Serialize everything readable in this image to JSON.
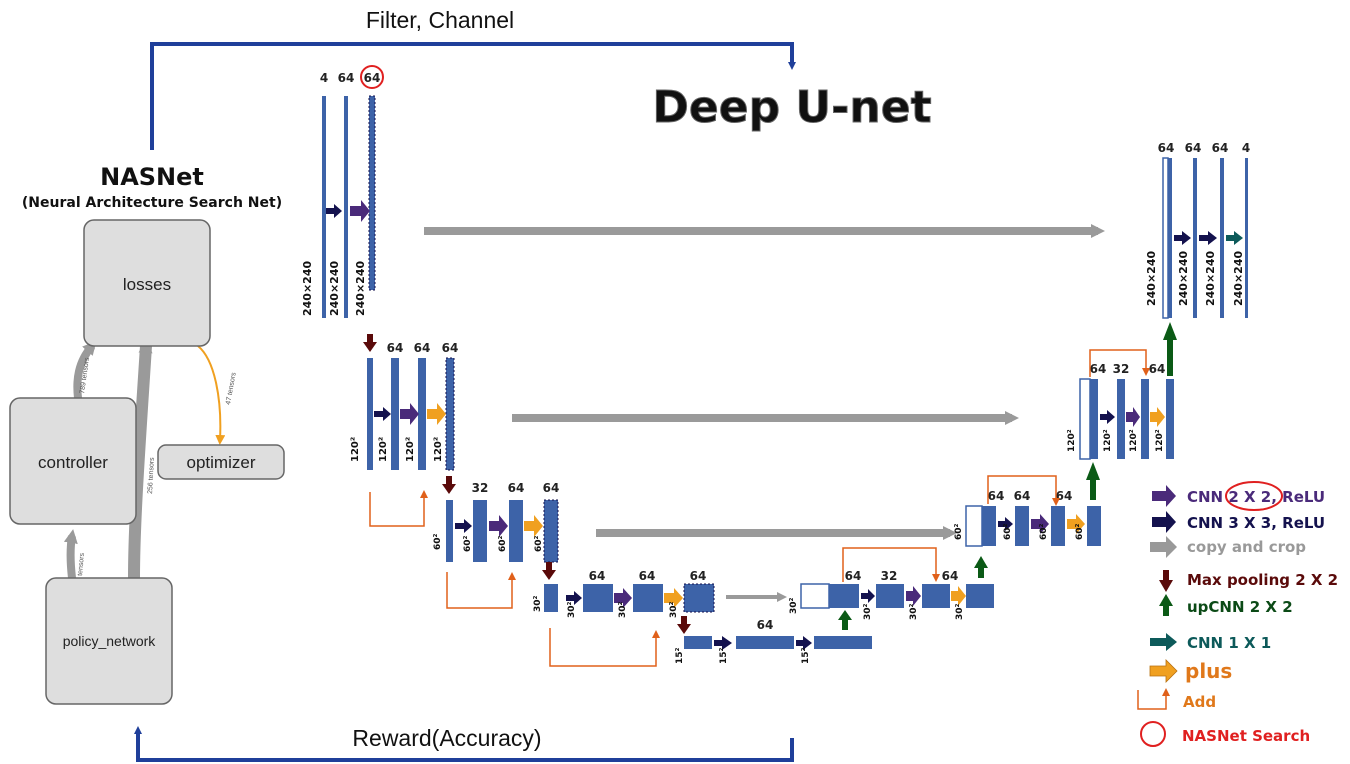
{
  "feedback": {
    "top_label": "Filter, Channel",
    "bottom_label": "Reward(Accuracy)"
  },
  "title": "Deep U-net",
  "nasnet": {
    "title": "NASNet",
    "subtitle": "(Neural Architecture Search Net)",
    "nodes": {
      "losses": "losses",
      "controller": "controller",
      "optimizer": "optimizer",
      "policy_network": "policy_network"
    },
    "edge_labels": {
      "controller_to_losses": "789 tensors",
      "policy_to_losses": "256 tensors",
      "losses_to_optimizer": "47 tensors",
      "policy_to_controller": "tensors"
    }
  },
  "unet": {
    "level1": {
      "channels": [
        "4",
        "64",
        "64"
      ],
      "size": "240×240"
    },
    "level2": {
      "channels": [
        "64",
        "64",
        "64"
      ],
      "size": "120²"
    },
    "level3": {
      "channels": [
        "32",
        "64",
        "64"
      ],
      "size": "60²"
    },
    "level4": {
      "channels": [
        "64",
        "64",
        "64"
      ],
      "size": "30²"
    },
    "bottom": {
      "channels": [
        "64"
      ],
      "size": "15²"
    },
    "up4": {
      "channels": [
        "64",
        "32",
        "64"
      ],
      "size": "30²"
    },
    "up3": {
      "channels": [
        "64",
        "64",
        "64"
      ],
      "size": "60²"
    },
    "up2": {
      "channels": [
        "64",
        "32",
        "64"
      ],
      "size": "120²"
    },
    "up1": {
      "channels": [
        "64",
        "64",
        "64",
        "4"
      ],
      "size": "240×240"
    }
  },
  "legend": [
    {
      "id": "cnn2",
      "label_a": "CNN ",
      "label_b": "2 X 2,",
      "label_c": " ReLU",
      "color": "#4a2a7a",
      "icon": "arrow-right-icon"
    },
    {
      "id": "cnn3",
      "label": "CNN  3 X 3,  ReLU",
      "color": "#14124e",
      "icon": "arrow-right-icon"
    },
    {
      "id": "copy",
      "label": "copy and crop",
      "color": "#999999",
      "icon": "arrow-right-icon"
    },
    {
      "id": "pool",
      "label": "Max pooling  2 X 2",
      "color": "#5a0a0a",
      "icon": "arrow-down-icon"
    },
    {
      "id": "up",
      "label": "upCNN  2 X 2",
      "color": "#0b4a16",
      "icon": "arrow-up-icon"
    },
    {
      "id": "cnn1",
      "label": "CNN  1 X 1",
      "color": "#0d5a5a",
      "icon": "arrow-right-icon"
    },
    {
      "id": "plus",
      "label": "plus",
      "color": "#e0781a",
      "icon": "arrow-right-icon"
    },
    {
      "id": "add",
      "label": "Add",
      "color": "#e0781a",
      "icon": "corner-arrow-icon"
    },
    {
      "id": "search",
      "label": "NASNet Search",
      "color": "#e02020",
      "icon": "circle-icon"
    }
  ],
  "colors": {
    "bar": "#3d63a8",
    "feedback": "#1f3f9a",
    "copy": "#9a9a9a",
    "pool": "#5a0a0a",
    "upcnn": "#0b5a16",
    "cnn3": "#14124e",
    "cnn2": "#4a2a7a",
    "plus": "#f0a020",
    "add": "#e0601a",
    "search": "#e02020",
    "node_fill": "#dedede"
  }
}
